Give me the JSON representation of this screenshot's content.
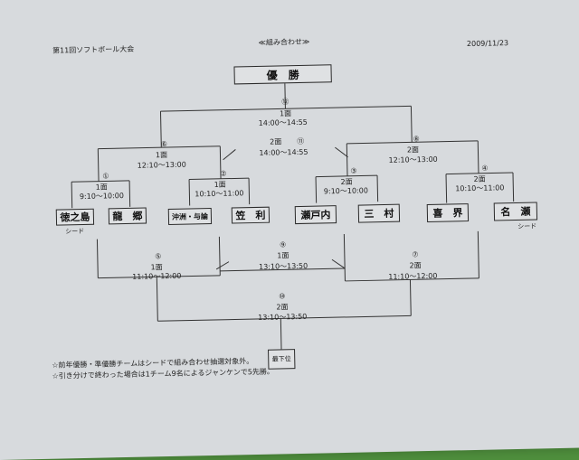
{
  "header": {
    "event_title": "第11回ソフトボール大会",
    "doc_title": "≪組み合わせ≫",
    "date": "2009/11/23"
  },
  "champion_label": "優　勝",
  "last_place_label": "最下位",
  "seed_label": "シード",
  "teams": [
    {
      "name": "徳之島",
      "seed": true
    },
    {
      "name": "龍　郷",
      "seed": false
    },
    {
      "name": "沖洲・与論",
      "seed": false
    },
    {
      "name": "笠　利",
      "seed": false
    },
    {
      "name": "瀬戸内",
      "seed": false
    },
    {
      "name": "三　村",
      "seed": false
    },
    {
      "name": "喜　界",
      "seed": false
    },
    {
      "name": "名　瀬",
      "seed": true
    }
  ],
  "matches": [
    {
      "no": "①",
      "court": "1面",
      "time": "9:10～10:00"
    },
    {
      "no": "②",
      "court": "1面",
      "time": "10:10～11:00"
    },
    {
      "no": "③",
      "court": "2面",
      "time": "9:10～10:00"
    },
    {
      "no": "④",
      "court": "2面",
      "time": "10:10～11:00"
    },
    {
      "no": "⑤",
      "court": "1面",
      "time": "11:10～12:00"
    },
    {
      "no": "⑥",
      "court": "1面",
      "time": "12:10～13:00"
    },
    {
      "no": "⑦",
      "court": "2面",
      "time": "11:10～12:00"
    },
    {
      "no": "⑧",
      "court": "2面",
      "time": "12:10～13:00"
    },
    {
      "no": "⑨",
      "court": "1面",
      "time": "13:10～13:50"
    },
    {
      "no": "⑩",
      "court": "2面",
      "time": "13:10～13:50"
    },
    {
      "no": "⑪",
      "court": "2面",
      "time": "14:00～14:55"
    },
    {
      "no": "⑫",
      "court": "1面",
      "time": "14:00～14:55"
    }
  ],
  "notes": [
    "☆前年優勝・準優勝チームはシードで組み合わせ抽選対象外。",
    "☆引き分けで終わった場合は1チーム9名によるジャンケンで5先勝。"
  ]
}
